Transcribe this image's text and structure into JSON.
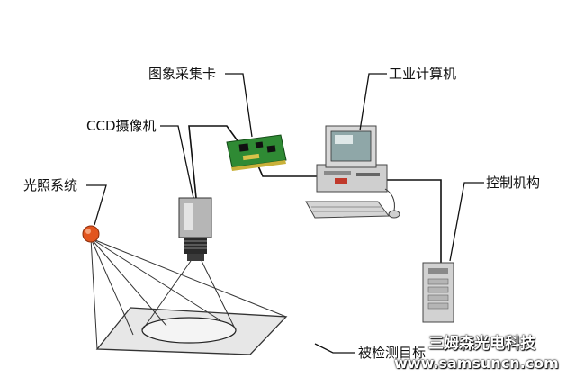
{
  "labels": {
    "frame_grabber": "图象采集卡",
    "industrial_pc": "工业计算机",
    "ccd_camera": "CCD摄像机",
    "lighting": "光照系统",
    "control": "控制机构",
    "object": "被检测目标"
  },
  "watermark": {
    "brand": "三姆森光电科技",
    "url": "www.samsuncn.com"
  },
  "colors": {
    "lamp": "#e2551e",
    "board": "#2f8a34",
    "line": "#111111",
    "device_gray": "#cfcfcf",
    "screen": "#8fa7a8"
  }
}
